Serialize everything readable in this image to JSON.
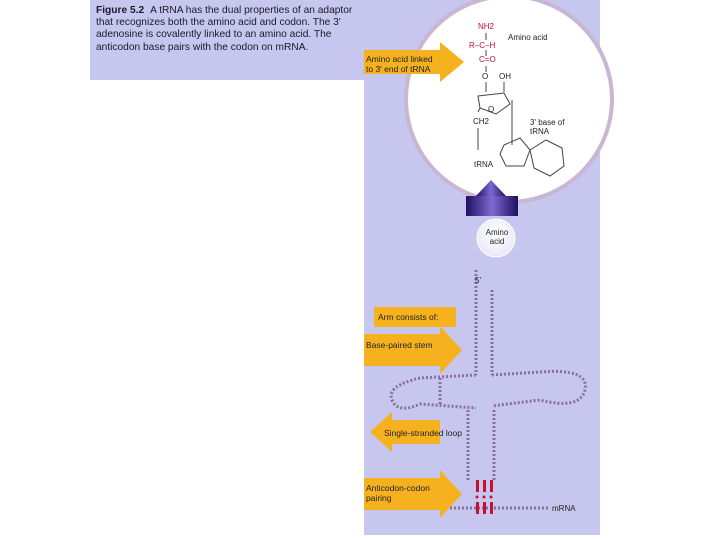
{
  "caption": {
    "figure_label": "Figure 5.2",
    "text": "A tRNA has the dual properties of an adaptor that recognizes both the amino acid and codon. The 3' adenosine is covalently linked to an amino acid. The anticodon base pairs with the codon on mRNA."
  },
  "inset": {
    "nh2": "NH2",
    "r_c_h": "R–C–H",
    "c_o": "C=O",
    "o": "O",
    "oh": "OH",
    "ring_o": "O",
    "ch2": "CH2",
    "amino_acid_red": "Amino acid",
    "three_prime_base": "3' base of tRNA",
    "trna": "tRNA"
  },
  "labels": {
    "amino_acid_linked": "Amino acid linked to 3' end of tRNA",
    "amino_acid_ball": "Amino acid",
    "five_prime": "5'",
    "arm_consists": "Arm consists of:",
    "base_paired_stem": "Base-paired stem",
    "single_stranded_loop": "Single-stranded loop",
    "anticodon_codon": "Anticodon-codon pairing",
    "mrna": "mRNA"
  },
  "colors": {
    "panel": "#c6c6ee",
    "arrow": "#f6b21e",
    "strand": "#8b6f9e",
    "red": "#c8102e",
    "purple": "#3b2a8f"
  }
}
